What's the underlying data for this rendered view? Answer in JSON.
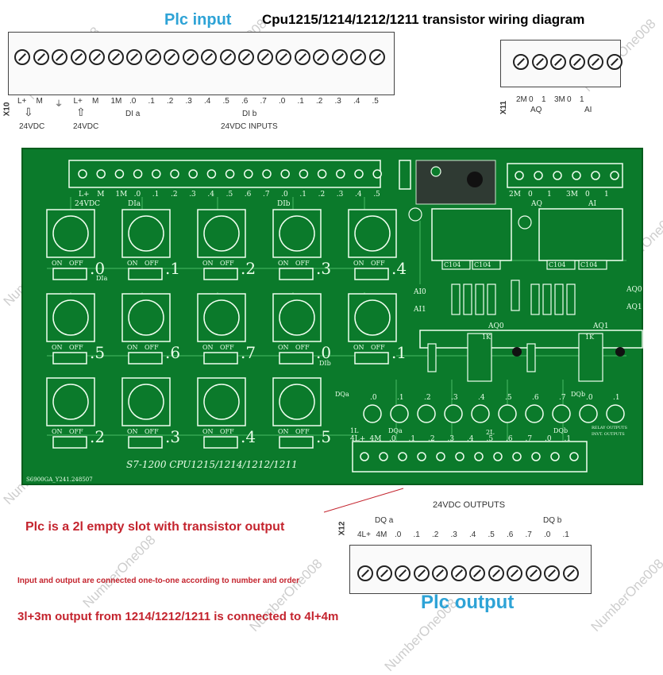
{
  "titles": {
    "plc_input": "Plc input",
    "diagram": "Cpu1215/1214/1212/1211 transistor wiring diagram",
    "plc_output": "Plc output"
  },
  "notes": {
    "empty_slot": "Plc is a 2l empty slot with transistor output",
    "one_to_one": "Input and output are connected one-to-one according to number and order",
    "output_3l3m": "3l+3m output from 1214/1212/1211 is connected to 4l+4m"
  },
  "x10": {
    "label": "X10",
    "pins": [
      "L+",
      "M",
      "⏚",
      "L+",
      "M",
      "1M",
      ".0",
      ".1",
      ".2",
      ".3",
      ".4",
      ".5",
      ".6",
      ".7",
      ".0",
      ".1",
      ".2",
      ".3",
      ".4",
      ".5"
    ],
    "sub": [
      "24VDC",
      "24VDC",
      "DI a",
      "DI b",
      "24VDC INPUTS"
    ]
  },
  "x11": {
    "label": "X11",
    "pins": [
      "2M",
      "0",
      "1",
      "3M",
      "0",
      "1"
    ],
    "groups": [
      "AQ",
      "AI"
    ]
  },
  "x12": {
    "label": "X12",
    "header": "24VDC OUTPUTS",
    "groups": [
      "DQ a",
      "DQ b"
    ],
    "pins": [
      "4L+",
      "4M",
      ".0",
      ".1",
      ".2",
      ".3",
      ".4",
      ".5",
      ".6",
      ".7",
      ".0",
      ".1"
    ]
  },
  "board": {
    "top_pins": [
      "L+",
      "M",
      "1M",
      ".0",
      ".1",
      ".2",
      ".3",
      ".4",
      ".5",
      ".6",
      ".7",
      ".0",
      ".1",
      ".2",
      ".3",
      ".4",
      ".5"
    ],
    "top_sub": [
      "24VDC",
      "DIa",
      "DIb"
    ],
    "right_pins": [
      "2M",
      "0",
      "1",
      "3M",
      "0",
      "1"
    ],
    "right_groups": [
      "AQ",
      "AI"
    ],
    "switch_labels": [
      "0",
      "1",
      "2",
      "3",
      "4",
      "5",
      "6",
      "7",
      "0",
      "1",
      "2",
      "3",
      "4",
      "5"
    ],
    "switch_on": "ON",
    "switch_off": "OFF",
    "dia": "DIa",
    "dib": "DIb",
    "model_text": "S7-1200  CPU1215/1214/1212/1211",
    "serial": "S6900GA_Y241.248507",
    "caps": [
      "C104",
      "C104",
      "C104",
      "C104"
    ],
    "aq_labels": [
      "AQ0",
      "AQ1"
    ],
    "ai_labels": [
      "AI0",
      "AI1"
    ],
    "resistor": "1K",
    "led_labels": [
      ".0",
      ".1",
      ".2",
      ".3",
      ".4",
      ".5",
      ".6",
      ".7",
      ".0",
      ".1"
    ],
    "dqa": "DQa",
    "dqb": "DQb",
    "relay": "RELAY OUTPUTS",
    "invt": "INVT. OUTPUTS",
    "bottom_pins": [
      "4L+",
      "4M",
      ".0",
      ".1",
      ".2",
      ".3",
      ".4",
      ".5",
      ".6",
      ".7",
      ".0",
      ".1"
    ],
    "label_1l": "1L",
    "label_2l": "2L"
  },
  "watermark": "NumberOne008"
}
